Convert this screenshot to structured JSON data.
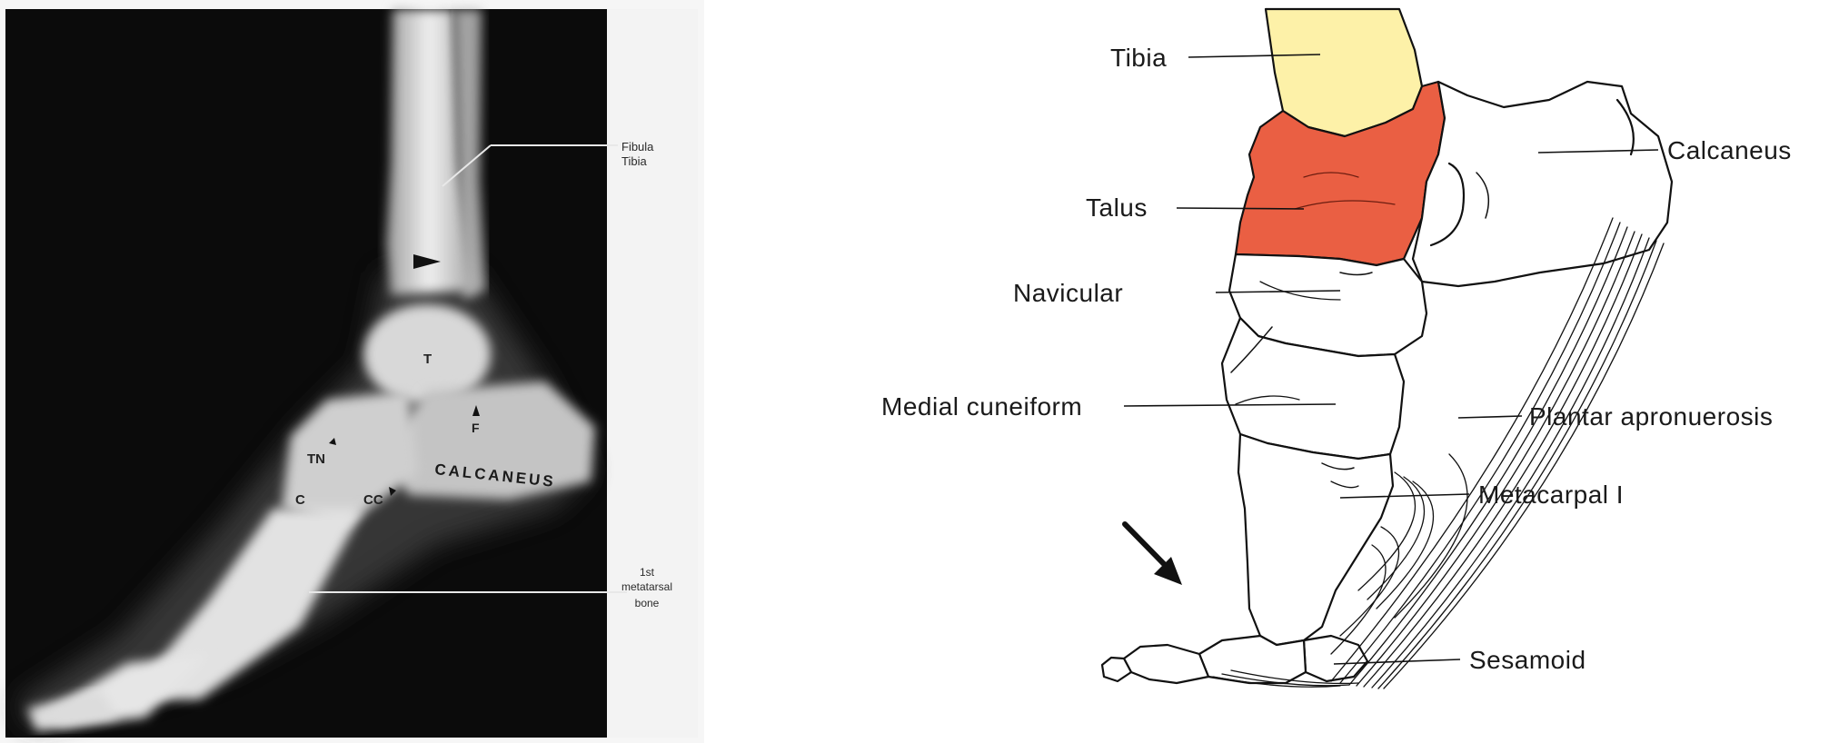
{
  "xray": {
    "labels": {
      "fibula": "Fibula",
      "tibia": "Tibia",
      "t": "T",
      "f": "F",
      "tn": "TN",
      "c": "C",
      "cc": "CC",
      "calcaneus": "CALCANEUS",
      "metatarsal_1": "1st",
      "metatarsal_2": "metatarsal",
      "metatarsal_3": "bone"
    }
  },
  "diagram": {
    "labels": {
      "tibia": "Tibia",
      "talus": "Talus",
      "navicular": "Navicular",
      "medial_cuneiform": "Medial cuneiform",
      "calcaneus": "Calcaneus",
      "plantar": "Plantar apronuerosis",
      "metacarpal": "Metacarpal I",
      "sesamoid": "Sesamoid"
    },
    "colors": {
      "tibia_fill": "#fdf1a8",
      "talus_fill": "#ea5f43",
      "outline": "#111111"
    }
  }
}
